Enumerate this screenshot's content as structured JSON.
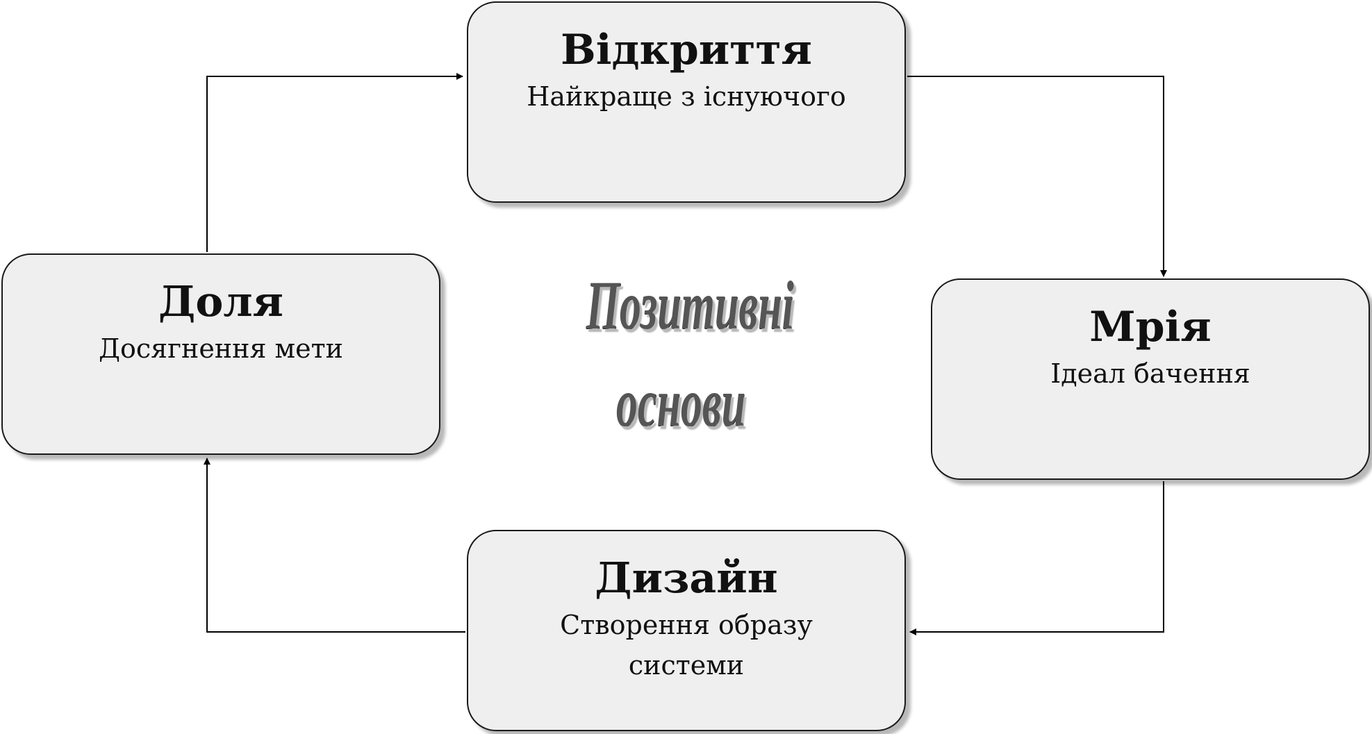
{
  "nodes": {
    "vidkryttia": {
      "title": "Відкриття",
      "subtitle": "Найкраще з існуючого"
    },
    "mriia": {
      "title": "Мрія",
      "subtitle": "Ідеал бачення"
    },
    "dyzain": {
      "title": "Дизайн",
      "subtitle_line1": "Створення образу",
      "subtitle_line2": "системи"
    },
    "dolia": {
      "title": "Доля",
      "subtitle": "Досягнення мети"
    }
  },
  "center": {
    "line1": "Позитивні",
    "line2": "основи"
  },
  "flow": [
    "vidkryttia",
    "mriia",
    "dyzain",
    "dolia"
  ],
  "colors": {
    "node_fill": "#efefef",
    "node_border": "#1a1a1a",
    "arrow": "#000000",
    "center_text": "#555555"
  }
}
